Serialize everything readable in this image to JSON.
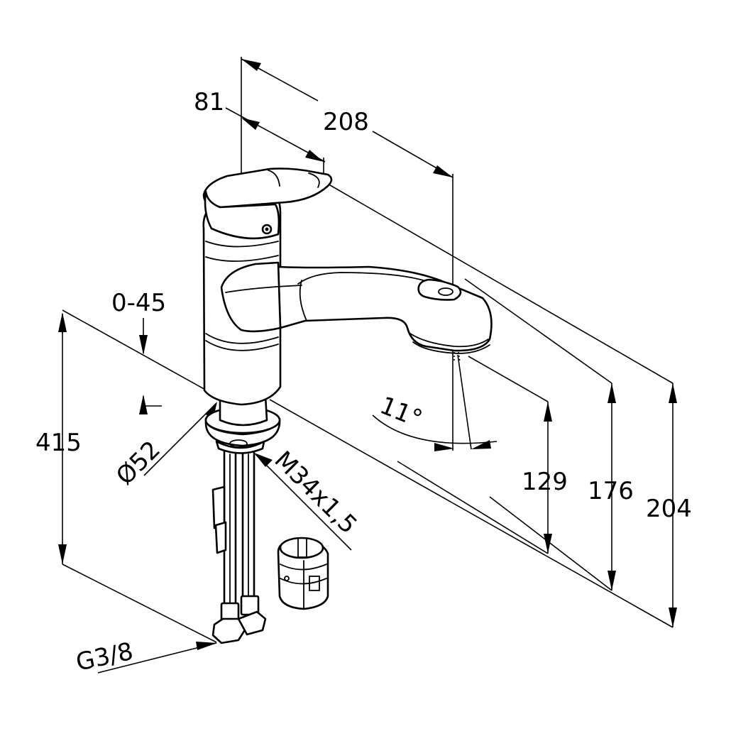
{
  "dimensions": {
    "spout_reach": "208",
    "body_offset": "81",
    "pullout_height": "0-45",
    "hose_length": "415",
    "base_diameter": "Ø52",
    "thread": "M34x1,5",
    "connection": "G3/8",
    "angle": "11°",
    "outlet_height": "129",
    "height_mid": "176",
    "height_total": "204"
  }
}
